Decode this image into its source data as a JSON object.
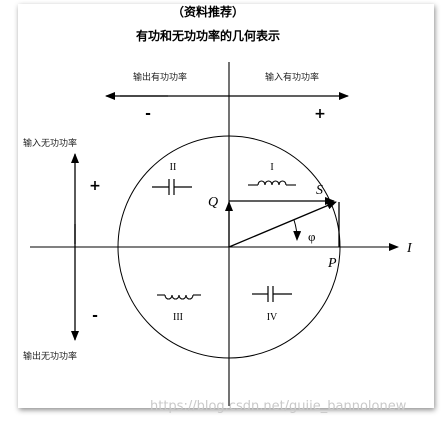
{
  "header": {
    "cut_title": "（资料推荐）",
    "title": "有功和无功功率的几何表示"
  },
  "labels": {
    "output_active": "输出有功功率",
    "input_active": "输入有功功率",
    "input_reactive": "输入无功功率",
    "output_reactive": "输出无功功率",
    "minus_h": "-",
    "plus_h": "+",
    "plus_v": "+",
    "minus_v": "-"
  },
  "quadrants": {
    "q1": "I",
    "q2": "II",
    "q3": "III",
    "q4": "IV"
  },
  "vector": {
    "S": "S",
    "P": "P",
    "Q": "Q",
    "I": "I",
    "phi": "φ"
  },
  "watermark": "https://blog.csdn.net/guiie_bannolonew"
}
